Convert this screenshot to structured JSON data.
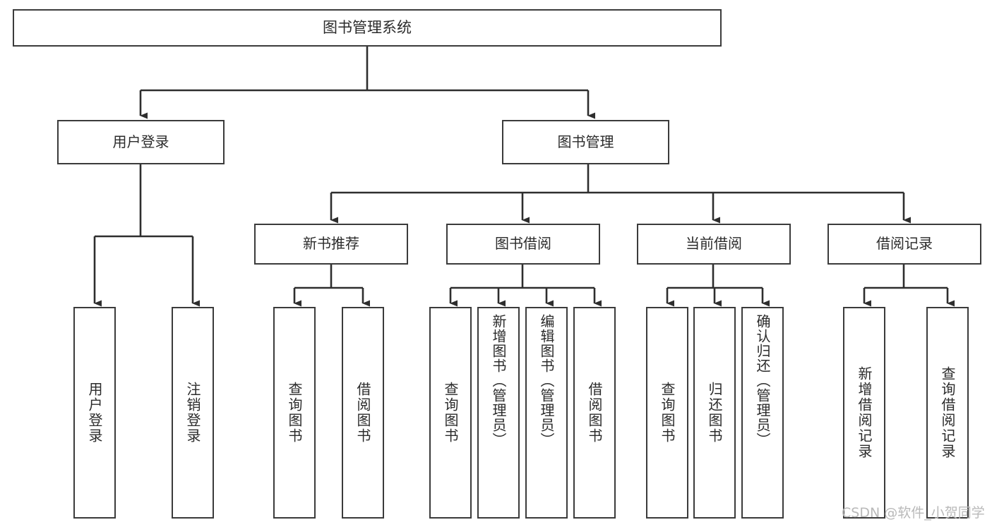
{
  "diagram": {
    "title": "图书管理系统",
    "type": "tree-hierarchy",
    "watermark": "CSDN @软件_小贺同学",
    "colors": {
      "background": "#ffffff",
      "box_border": "#3b3b3b",
      "box_fill": "#ffffff",
      "text": "#2b2b2b",
      "connector": "#2e2e2e",
      "watermark": "#b9b9b9"
    },
    "root": {
      "label": "图书管理系统"
    },
    "level2": [
      {
        "label": "用户登录"
      },
      {
        "label": "图书管理"
      }
    ],
    "level3": [
      {
        "label": "新书推荐"
      },
      {
        "label": "图书借阅"
      },
      {
        "label": "当前借阅"
      },
      {
        "label": "借阅记录"
      }
    ],
    "leaves": [
      {
        "label": "用户登录",
        "parent": "用户登录"
      },
      {
        "label": "注销登录",
        "parent": "用户登录"
      },
      {
        "label": "查询图书",
        "parent": "新书推荐"
      },
      {
        "label": "借阅图书",
        "parent": "新书推荐"
      },
      {
        "label": "查询图书",
        "parent": "图书借阅"
      },
      {
        "label": "新增图书（管理员）",
        "parent": "图书借阅"
      },
      {
        "label": "编辑图书（管理员）",
        "parent": "图书借阅"
      },
      {
        "label": "借阅图书",
        "parent": "图书借阅"
      },
      {
        "label": "查询图书",
        "parent": "当前借阅"
      },
      {
        "label": "归还图书",
        "parent": "当前借阅"
      },
      {
        "label": "确认归还（管理员）",
        "parent": "当前借阅"
      },
      {
        "label": "新增借阅记录",
        "parent": "借阅记录"
      },
      {
        "label": "查询借阅记录",
        "parent": "借阅记录"
      }
    ]
  }
}
